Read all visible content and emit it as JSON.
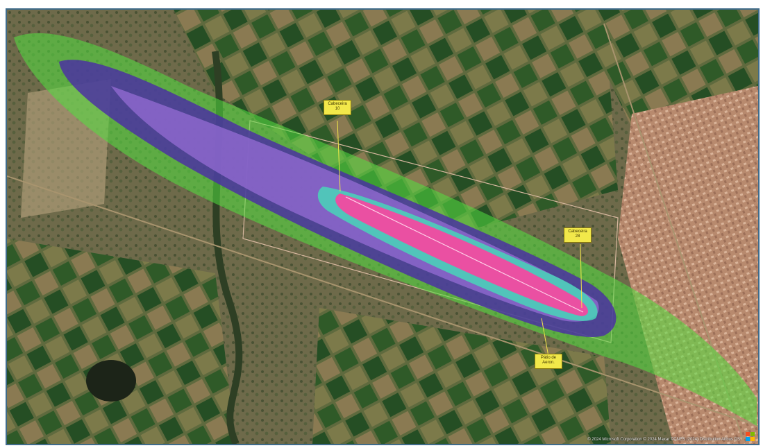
{
  "map": {
    "basemap": "satellite-imagery",
    "colors": {
      "contour_outer": "#52e040",
      "contour_mid": "#4a2aa8",
      "contour_inner": "#9a6fd8",
      "contour_core": "#49d6b8",
      "runway_core": "#f24aa0",
      "callout_bg": "#f2e84a"
    }
  },
  "callouts": [
    {
      "label": "Cabeceira\n10"
    },
    {
      "label": "Cabeceira\n28"
    },
    {
      "label": "Pátio de\nAeron."
    }
  ],
  "attribution": "© 2024 Microsoft Corporation © 2024 Maxar ©CNES (2024) Distribution Airbus DS",
  "logo_icon": "microsoft-logo-icon"
}
